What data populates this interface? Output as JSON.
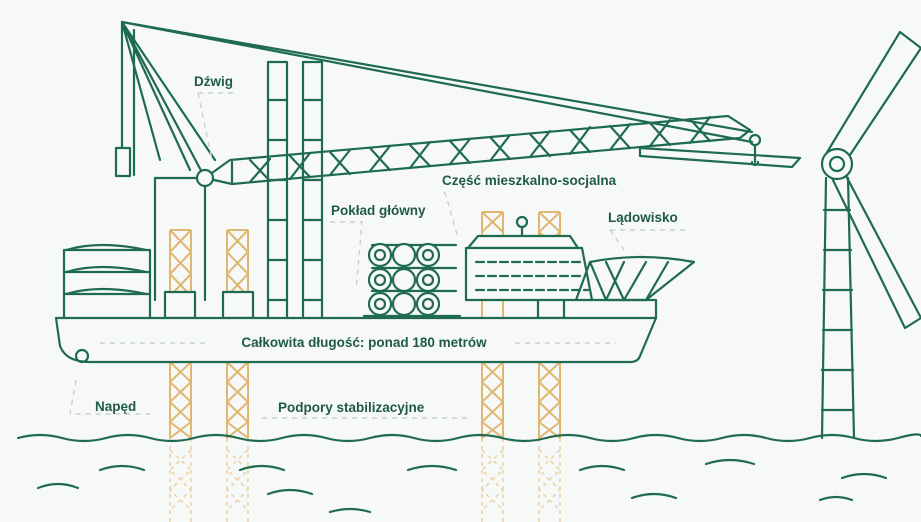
{
  "labels": {
    "crane": "Dźwig",
    "main_deck": "Pokład główny",
    "living_quarters": "Część mieszkalno-socjalna",
    "helipad": "Lądowisko",
    "total_length": "Całkowita długość: ponad 180 metrów",
    "propulsion": "Napęd",
    "stabilizing_supports": "Podpory stabilizacyjne"
  },
  "colors": {
    "line_green": "#1f6b50",
    "label_green": "#1f5a45",
    "support_orange": "#e0b770",
    "background": "#f7f9f9",
    "leader_gray": "#c9cfcc"
  },
  "icons": {
    "vessel": "jack-up-installation-vessel-illustration",
    "turbine": "wind-turbine-illustration",
    "sea": "sea-waves-illustration"
  }
}
